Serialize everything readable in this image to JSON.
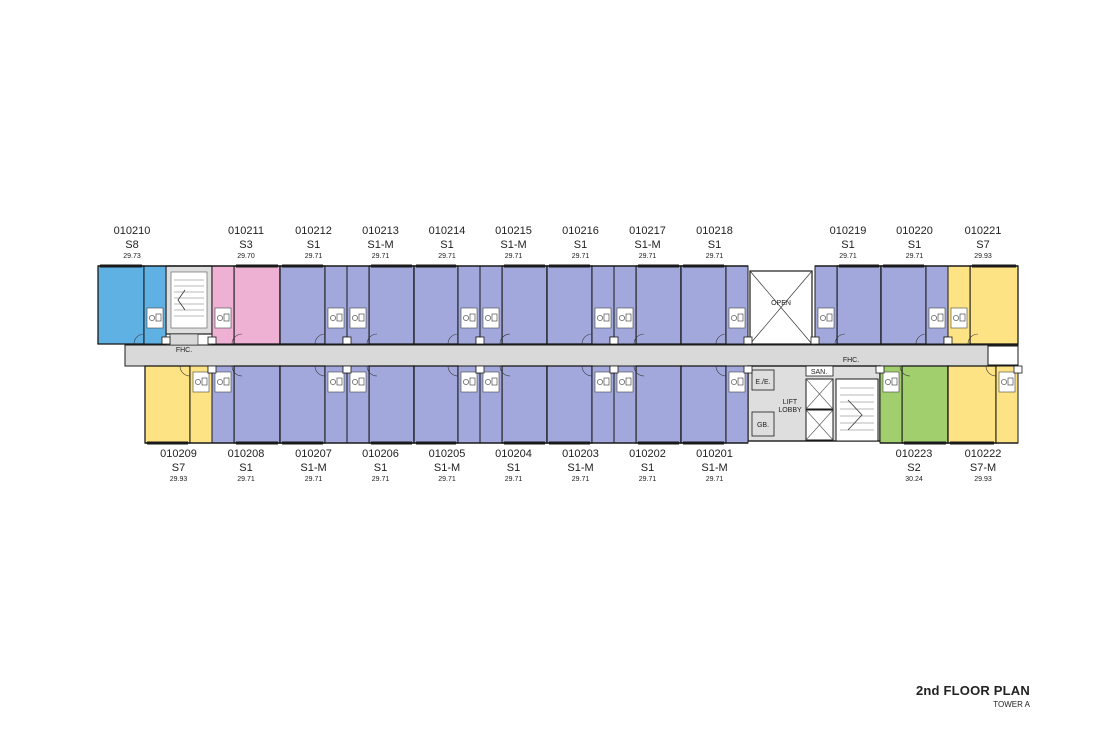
{
  "plan_title": "2nd FLOOR PLAN",
  "plan_subtitle": "TOWER A",
  "colors": {
    "S1": "#a3a8dc",
    "S1-M": "#a3a8dc",
    "S2": "#a2cf6e",
    "S3": "#eeb1d3",
    "S7": "#fde384",
    "S7-M": "#fde384",
    "S8": "#5fb1e3",
    "corridor": "#d9d9d9",
    "core": "#dedede",
    "outline": "#1a1a1a"
  },
  "units_top": [
    {
      "id": "010210",
      "type": "S8",
      "area": "29.73"
    },
    {
      "id": "010211",
      "type": "S3",
      "area": "29.70"
    },
    {
      "id": "010212",
      "type": "S1",
      "area": "29.71"
    },
    {
      "id": "010213",
      "type": "S1-M",
      "area": "29.71"
    },
    {
      "id": "010214",
      "type": "S1",
      "area": "29.71"
    },
    {
      "id": "010215",
      "type": "S1-M",
      "area": "29.71"
    },
    {
      "id": "010216",
      "type": "S1",
      "area": "29.71"
    },
    {
      "id": "010217",
      "type": "S1-M",
      "area": "29.71"
    },
    {
      "id": "010218",
      "type": "S1",
      "area": "29.71"
    },
    {
      "id": "010219",
      "type": "S1",
      "area": "29.71"
    },
    {
      "id": "010220",
      "type": "S1",
      "area": "29.71"
    },
    {
      "id": "010221",
      "type": "S7",
      "area": "29.93"
    }
  ],
  "units_bottom": [
    {
      "id": "010209",
      "type": "S7",
      "area": "29.93"
    },
    {
      "id": "010208",
      "type": "S1",
      "area": "29.71"
    },
    {
      "id": "010207",
      "type": "S1-M",
      "area": "29.71"
    },
    {
      "id": "010206",
      "type": "S1",
      "area": "29.71"
    },
    {
      "id": "010205",
      "type": "S1-M",
      "area": "29.71"
    },
    {
      "id": "010204",
      "type": "S1",
      "area": "29.71"
    },
    {
      "id": "010203",
      "type": "S1-M",
      "area": "29.71"
    },
    {
      "id": "010202",
      "type": "S1",
      "area": "29.71"
    },
    {
      "id": "010201",
      "type": "S1-M",
      "area": "29.71"
    },
    {
      "id": "010223",
      "type": "S2",
      "area": "30.24"
    },
    {
      "id": "010222",
      "type": "S7-M",
      "area": "29.93"
    }
  ],
  "room_labels": {
    "open": "OPEN",
    "fhc": "FHC.",
    "san": "SAN.",
    "ee": "E./E.",
    "lift_lobby_1": "LIFT",
    "lift_lobby_2": "LOBBY",
    "gb": "GB."
  }
}
